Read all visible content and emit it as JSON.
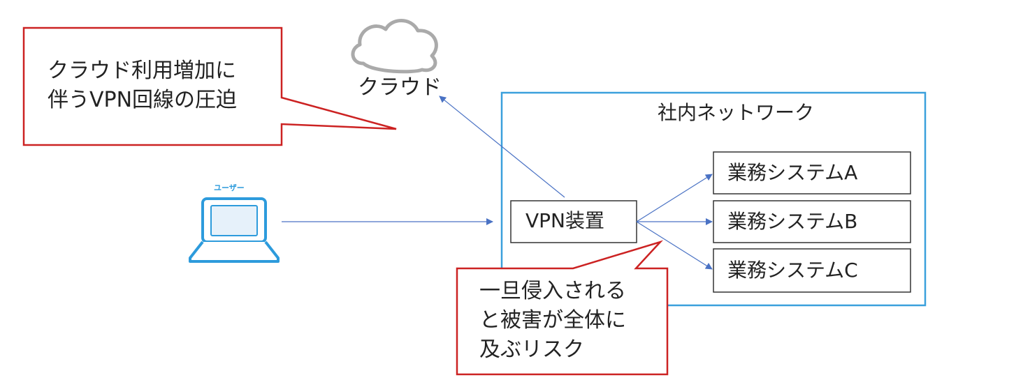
{
  "colors": {
    "callout_border": "#cc2222",
    "network_border": "#3aa0dc",
    "arrow": "#4a72c4",
    "laptop": "#2d9bdc",
    "laptop_screen": "#e6f1fa",
    "cloud": "#aaaaaa",
    "box_border": "#333333"
  },
  "callout_cloud": {
    "lines": [
      "クラウド利用増加に",
      "伴うVPN回線の圧迫"
    ]
  },
  "callout_risk": {
    "lines": [
      "一旦侵入される",
      "と被害が全体に",
      "及ぶリスク"
    ]
  },
  "cloud": {
    "icon": "cloud-icon",
    "label": "クラウド"
  },
  "user": {
    "icon": "laptop-icon",
    "label": "ユーザー"
  },
  "network": {
    "label": "社内ネットワーク"
  },
  "vpn": {
    "label": "VPN装置"
  },
  "systems": [
    {
      "label": "業務システムA"
    },
    {
      "label": "業務システムB"
    },
    {
      "label": "業務システムC"
    }
  ]
}
